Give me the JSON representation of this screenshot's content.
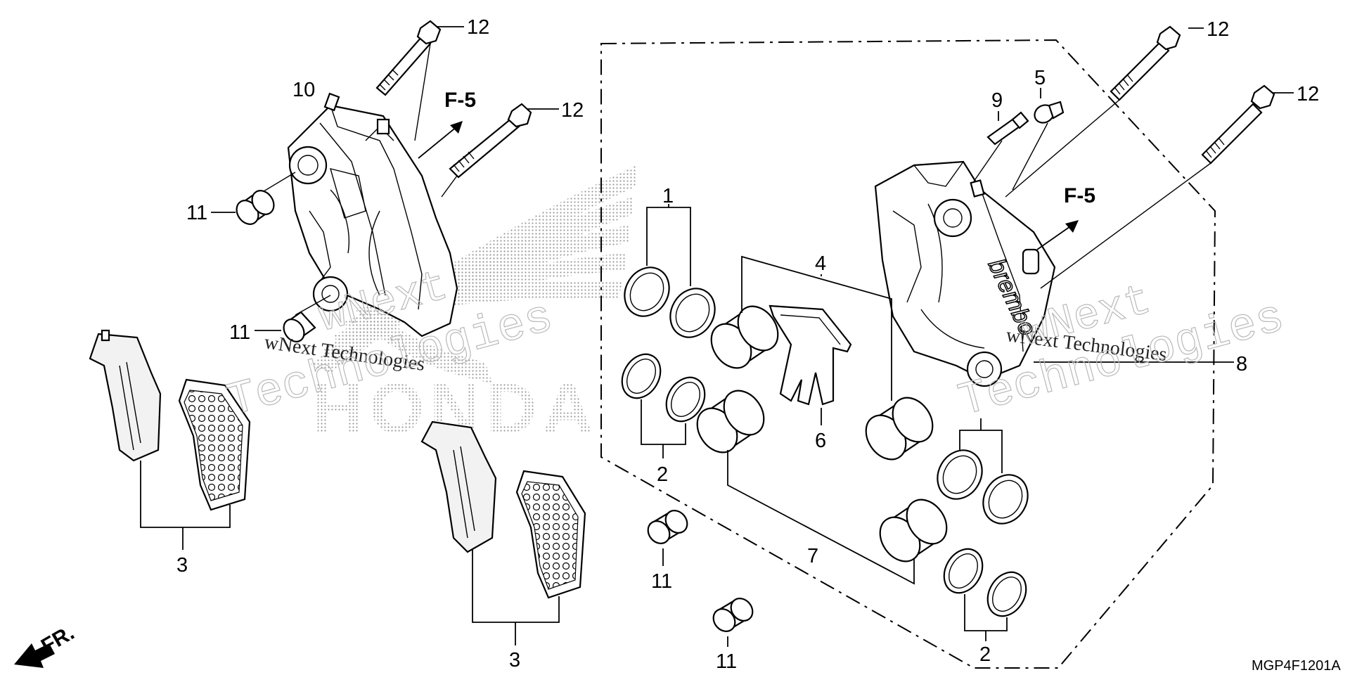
{
  "diagram": {
    "callouts": {
      "c1": "1",
      "c2a": "2",
      "c2b": "2",
      "c3a": "3",
      "c3b": "3",
      "c4": "4",
      "c5": "5",
      "c6": "6",
      "c7": "7",
      "c8": "8",
      "c9": "9",
      "c10": "10",
      "c11a": "11",
      "c11b": "11",
      "c11c": "11",
      "c11d": "11",
      "c12a": "12",
      "c12b": "12",
      "c12c": "12",
      "c12d": "12"
    },
    "ref_left": "F-5",
    "ref_right": "F-5",
    "front_marker": "FR.",
    "caliper_brand": "brembo",
    "diagram_code": "MGP4F1201A",
    "watermark_brand": "HONDA",
    "watermark_small_left": "wNext Technologies",
    "watermark_small_right": "wNext Technologies",
    "watermark_large_left_1": "wNext",
    "watermark_large_left_2": "Technologies",
    "watermark_large_right_1": "wNext",
    "watermark_large_right_2": "Technologies"
  }
}
